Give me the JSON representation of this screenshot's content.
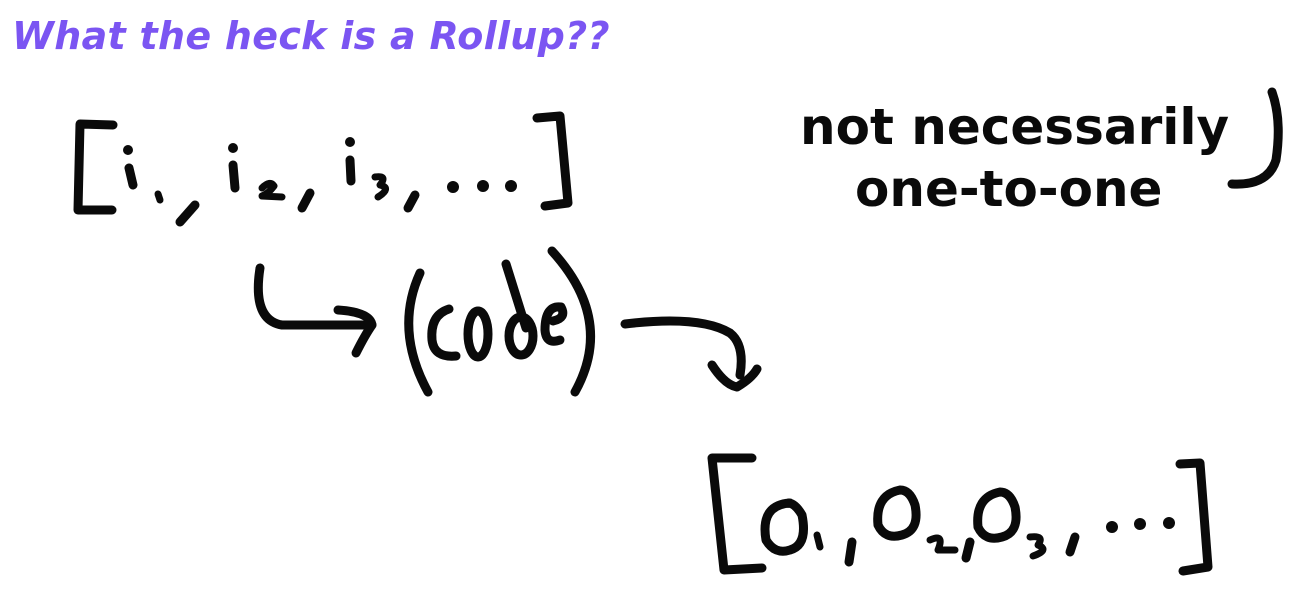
{
  "title": "What the heck is a Rollup??",
  "colors": {
    "title": "#7b55f2",
    "ink": "#0a0a0a",
    "background": "#ffffff"
  },
  "diagram": {
    "inputs": {
      "label": "[i1, i2, i3, ...]",
      "items": [
        "i1",
        "i2",
        "i3",
        "..."
      ]
    },
    "process": {
      "label": "(code)",
      "text": "code"
    },
    "outputs": {
      "label": "[O1, O2, O3, ...]",
      "items": [
        "O1",
        "O2",
        "O3",
        "..."
      ]
    },
    "annotation": {
      "line1": "not necessarily",
      "line2": "one-to-one"
    },
    "arrows": [
      {
        "from": "inputs",
        "to": "process"
      },
      {
        "from": "process",
        "to": "outputs"
      }
    ]
  }
}
